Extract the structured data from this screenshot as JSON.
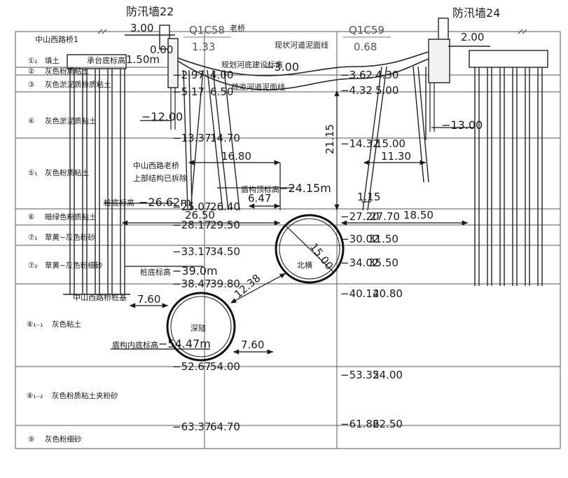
{
  "flood_walls": {
    "left": {
      "label": "防汛墙22",
      "value": "3.00"
    },
    "right": {
      "label": "防汛墙24",
      "value": "2.00"
    }
  },
  "sections": [
    {
      "id": "Q1C58",
      "value": "1.33"
    },
    {
      "id": "Q1C59",
      "value": "0.68"
    }
  ],
  "bridge": {
    "name": "中山西路桥1",
    "old_bridge": "老桥",
    "cap_label": "承台底标高",
    "cap_elev": "1.50m",
    "zero": "0.00",
    "note_line1": "中山西路老桥",
    "note_line2": "上部结构已拆除",
    "pile_tip_label": "桩底标高",
    "pile_tip_value": "−39.0m",
    "pile_label": "中山西路桥桩基"
  },
  "river": {
    "current_label": "现状河道泥面线",
    "planned_bed_label": "规划河底建设标高",
    "planned_bed_value": "−3.00",
    "cleared_label": "疏浚河道泥面线"
  },
  "layers": [
    {
      "code": "①₂",
      "name": "填土"
    },
    {
      "code": "②",
      "name": "灰色粉质粘土"
    },
    {
      "code": "③",
      "name": "灰色淤泥质粉质粘土"
    },
    {
      "code": "④",
      "name": "灰色淤泥质粘土"
    },
    {
      "code": "⑤₁",
      "name": "灰色粉质粘土"
    },
    {
      "code": "⑥",
      "name": "暗绿色粉质粘土"
    },
    {
      "code": "⑦₁",
      "name": "草黄~灰色粉砂"
    },
    {
      "code": "⑦₂",
      "name": "草黄~灰色粉细砂"
    },
    {
      "code": "⑧₁₋₁",
      "name": "灰色粘土"
    },
    {
      "code": "⑧₁₋₂",
      "name": "灰色粉质粘土夹粉砂"
    },
    {
      "code": "⑨",
      "name": "灰色粉细砂"
    }
  ],
  "elevations": {
    "left": [
      "−2.97",
      "4.00",
      "−5.17",
      "6.50",
      "−13.37",
      "14.70",
      "−25.07",
      "26.40",
      "−28.17",
      "29.50",
      "−33.17",
      "34.50",
      "−38.47",
      "39.80",
      "−52.67",
      "54.00",
      "−63.37",
      "64.70"
    ],
    "right": [
      "−3.62",
      "4.30",
      "−4.32",
      "5.00",
      "−14.32",
      "15.00",
      "−27.20",
      "27.70",
      "−30.02",
      "31.50",
      "−34.02",
      "35.50",
      "−40.12",
      "40.80",
      "−53.32",
      "54.00",
      "−61.82",
      "62.50"
    ]
  },
  "pile_tips": {
    "left": "−12.00",
    "right": "−13.00"
  },
  "dims": {
    "d1": "16.80",
    "d2": "21.15",
    "d3": "11.30",
    "d4": "6.47",
    "d5": "1.15",
    "d6": "26.50",
    "d7": "18.50",
    "d8": "15.00",
    "d9": "12.38",
    "d10": "7.60",
    "d11": "7.60"
  },
  "tunnels": {
    "north": {
      "label": "北横",
      "top_label": "盾构顶标高",
      "top_value": "−24.15m"
    },
    "deep": {
      "label": "深隧",
      "bottom_label": "盾构内底标高",
      "bottom_value": "−54.47m"
    },
    "left_top_label": "桩底标高",
    "left_top_value": "−26.62m"
  }
}
